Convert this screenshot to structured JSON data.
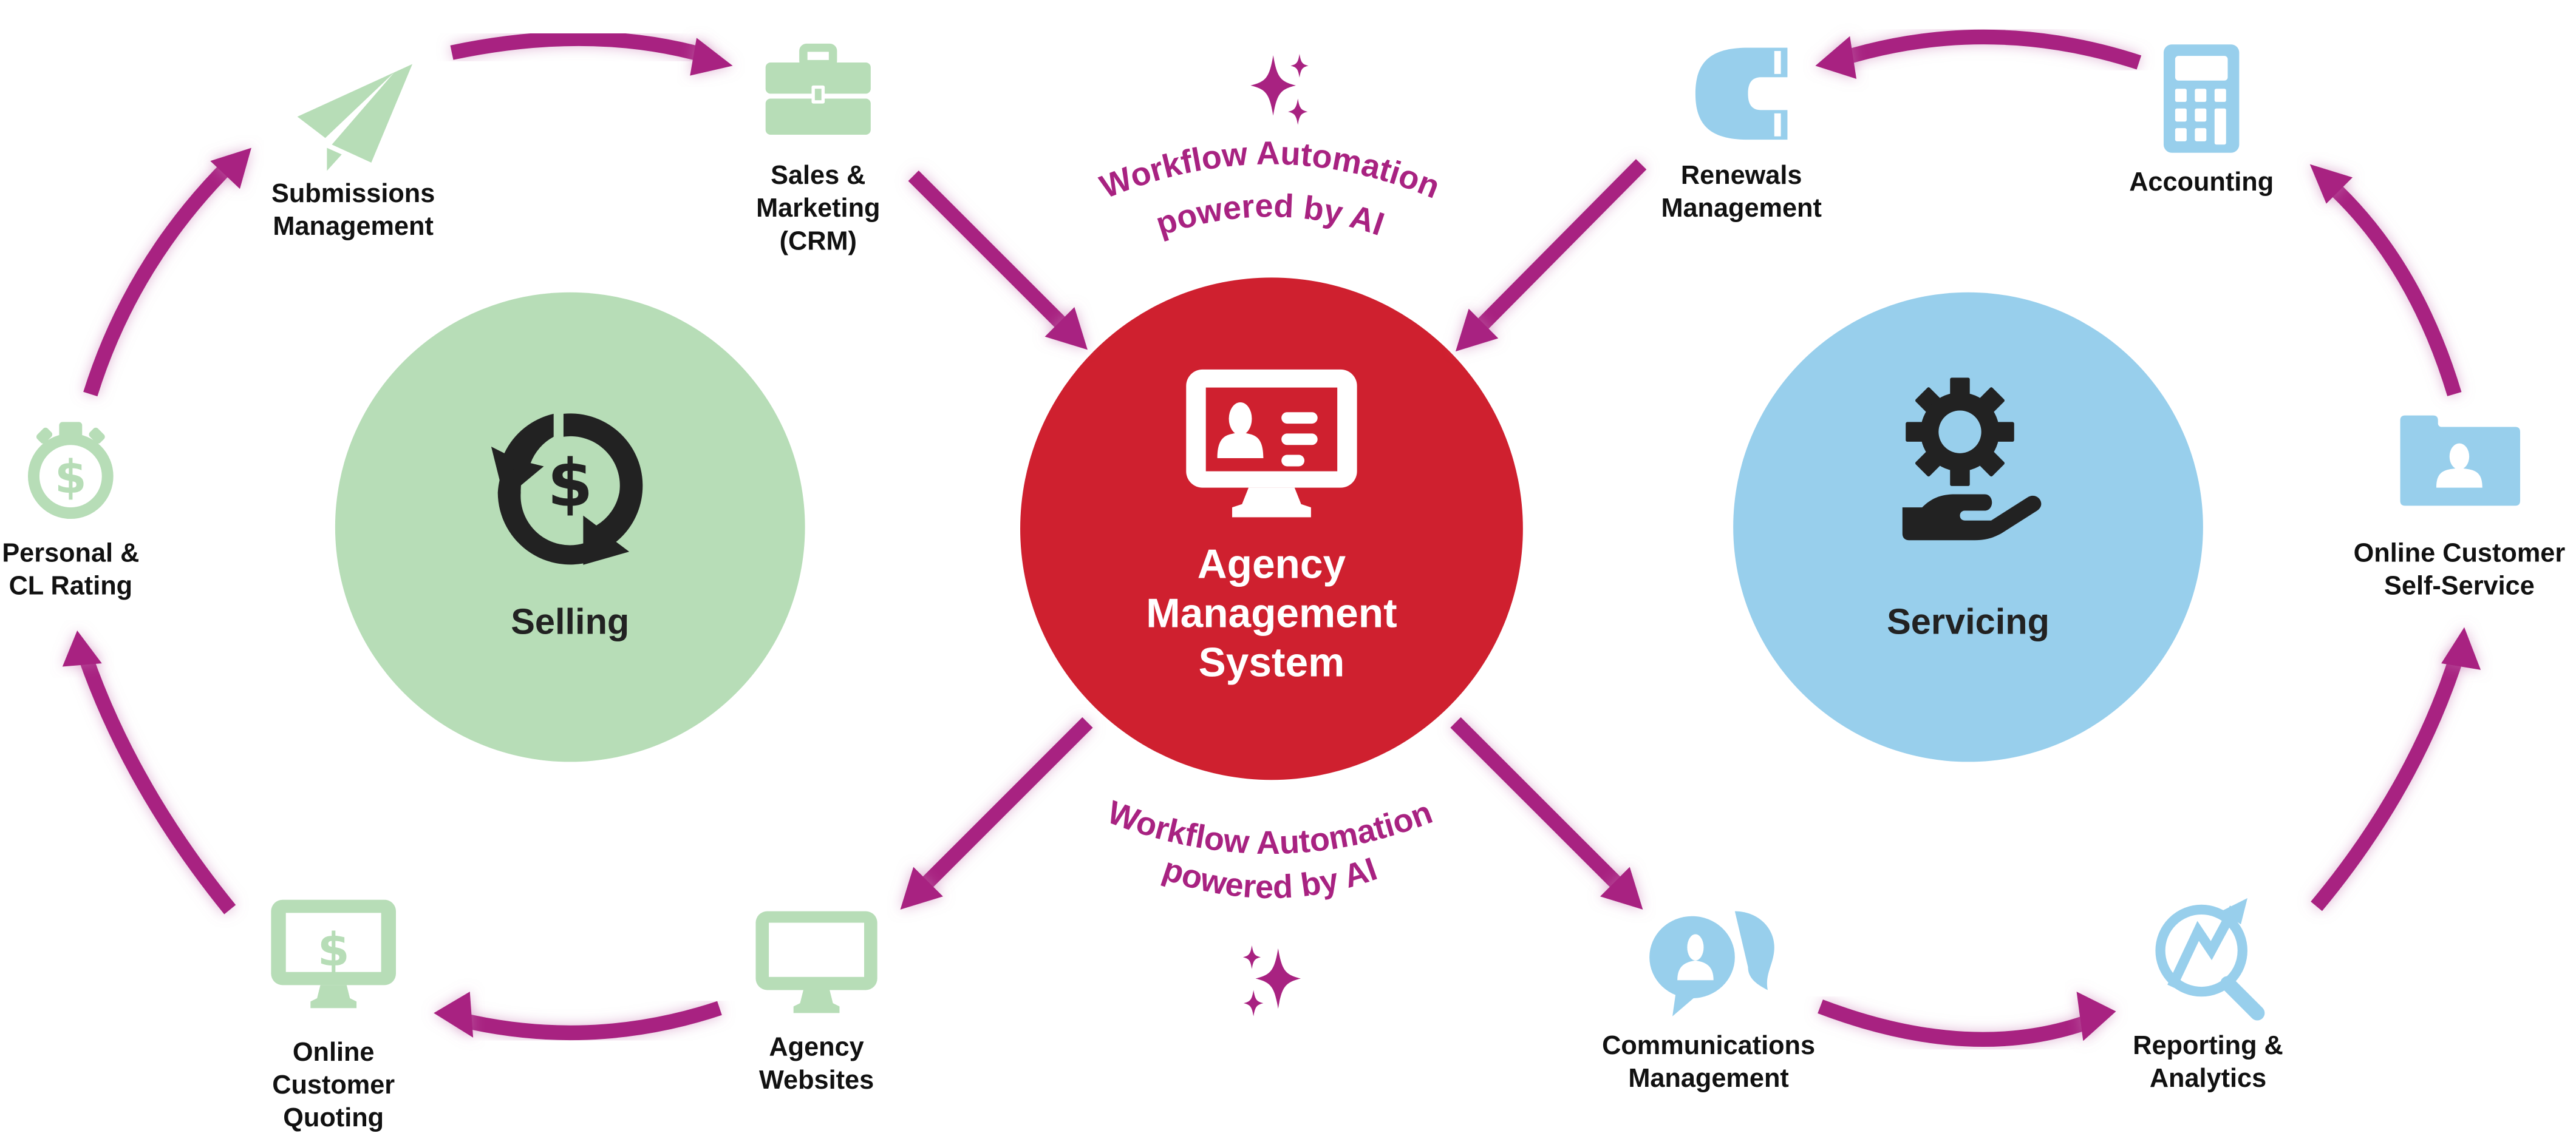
{
  "colors": {
    "arrow": "#A82281",
    "selling_circle": "#B7DDB7",
    "ams_circle": "#CF202F",
    "servicing_circle": "#98CFEC",
    "selling_icons": "#B7DDB7",
    "servicing_icons": "#98CFEC",
    "label_text": "#111111",
    "workflow_text": "#A82281"
  },
  "hubs": {
    "selling": {
      "label": "Selling",
      "icon": "dollar-cycle-icon"
    },
    "ams": {
      "lines": [
        "Agency",
        "Management",
        "System"
      ],
      "icon": "monitor-profile-icon"
    },
    "servicing": {
      "label": "Servicing",
      "icon": "gear-hand-icon"
    }
  },
  "workflow": {
    "top": {
      "line1": "Workflow Automation",
      "line2": "powered by AI",
      "icon": "sparkles-icon"
    },
    "bottom": {
      "line1": "Workflow Automation",
      "line2": "powered by AI",
      "icon": "sparkles-icon"
    }
  },
  "selling_nodes": [
    {
      "id": "rating",
      "icon": "stopwatch-dollar-icon",
      "lines": [
        "Personal &",
        "CL Rating"
      ]
    },
    {
      "id": "submissions",
      "icon": "paper-plane-icon",
      "lines": [
        "Submissions",
        "Management"
      ]
    },
    {
      "id": "crm",
      "icon": "briefcase-icon",
      "lines": [
        "Sales &",
        "Marketing",
        "(CRM)"
      ]
    },
    {
      "id": "websites",
      "icon": "monitor-icon",
      "lines": [
        "Agency",
        "Websites"
      ]
    },
    {
      "id": "quoting",
      "icon": "monitor-dollar-icon",
      "lines": [
        "Online",
        "Customer",
        "Quoting"
      ]
    }
  ],
  "servicing_nodes": [
    {
      "id": "renewals",
      "icon": "phone-handset-icon",
      "lines": [
        "Renewals",
        "Management"
      ]
    },
    {
      "id": "accounting",
      "icon": "calculator-icon",
      "lines": [
        "Accounting"
      ]
    },
    {
      "id": "selfservice",
      "icon": "folder-user-icon",
      "lines": [
        "Online Customer",
        "Self-Service"
      ]
    },
    {
      "id": "reporting",
      "icon": "analytics-magnifier-icon",
      "lines": [
        "Reporting &",
        "Analytics"
      ]
    },
    {
      "id": "communications",
      "icon": "chat-bubbles-icon",
      "lines": [
        "Communications",
        "Management"
      ]
    }
  ],
  "flow": [
    "Personal & CL Rating -> Submissions Management",
    "Submissions Management -> Sales & Marketing (CRM)",
    "Sales & Marketing (CRM) -> Agency Management System",
    "Agency Management System -> Agency Websites",
    "Agency Websites -> Online Customer Quoting",
    "Online Customer Quoting -> Personal & CL Rating",
    "Renewals Management -> Agency Management System",
    "Accounting -> Renewals Management",
    "Online Customer Self-Service -> Accounting",
    "Reporting & Analytics -> Online Customer Self-Service",
    "Communications Management -> Reporting & Analytics",
    "Agency Management System -> Communications Management"
  ]
}
